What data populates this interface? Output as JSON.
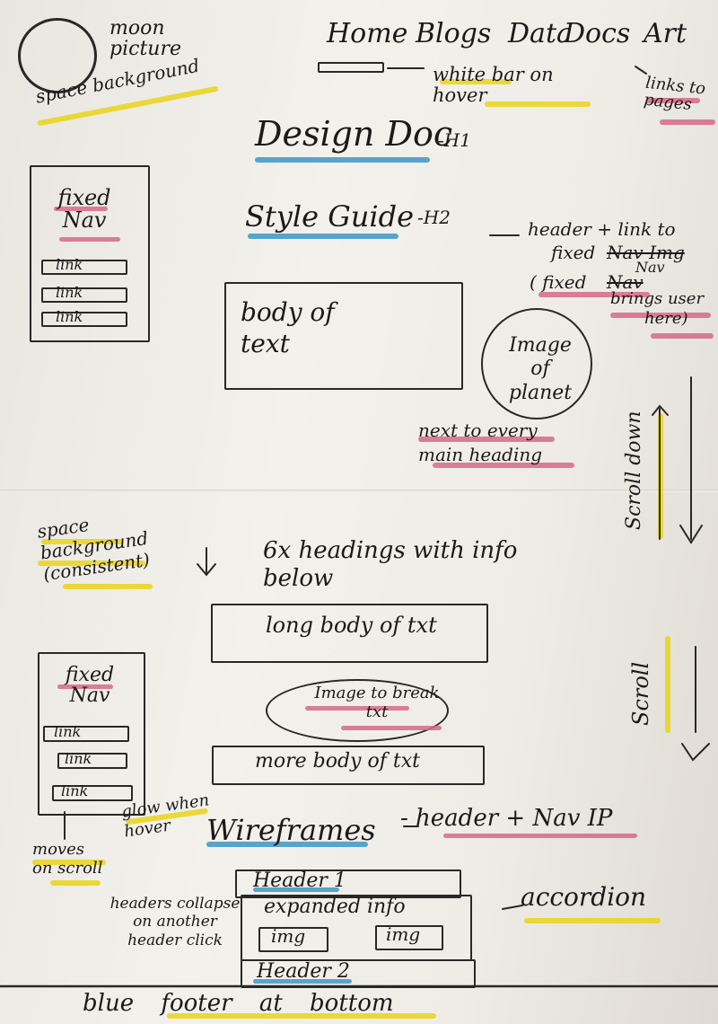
{
  "header": {
    "moon_label": "moon picture",
    "space_bg": "space background",
    "nav_items": [
      "Home",
      "Blogs",
      "Data",
      "Docs",
      "Art"
    ],
    "white_bar": "white bar on hover",
    "links_to_pages": "links to pages"
  },
  "section1": {
    "title": "Design Doc",
    "title_tag": "-H1",
    "subtitle": "Style Guide",
    "subtitle_tag": "-H2",
    "header_note_1": "header + link to",
    "header_note_2": "fixed",
    "header_note_struck": "Nav Img",
    "header_note_3": "Nav",
    "header_note_4": "( fixed",
    "header_note_4_struck": "Nav",
    "header_note_5": "brings user",
    "header_note_6": "here)",
    "fixed_nav": "fixed Nav",
    "nav_links": [
      "link",
      "link",
      "link"
    ],
    "body_text": "body of text",
    "planet": "Image of planet",
    "planet_note": "next to every main heading",
    "scroll_down": "Scroll down"
  },
  "section2": {
    "space_note": "space background (consistent)",
    "headings_note": "6x headings with info below",
    "long_body": "long body of txt",
    "image_break": "Image to break txt",
    "more_body": "more body of txt",
    "fixed_nav": "fixed Nav",
    "nav_links": [
      "link",
      "link",
      "link"
    ],
    "moves_on_scroll": "moves on scroll",
    "glow_hover": "glow when hover",
    "wireframes": "Wireframes",
    "wireframes_note": "- header + Nav IP",
    "scroll": "Scroll"
  },
  "accordion": {
    "header1": "Header 1",
    "expanded": "expanded info",
    "img": "img",
    "header2": "Header 2",
    "label": "accordion",
    "collapse_note": "headers collapse on another header click"
  },
  "footer": {
    "note": "blue footer at bottom"
  },
  "colors": {
    "yellow": "#e9d31a",
    "pink": "#d36a86",
    "blue": "#3d97c6",
    "ink": "#1e1c1a"
  }
}
